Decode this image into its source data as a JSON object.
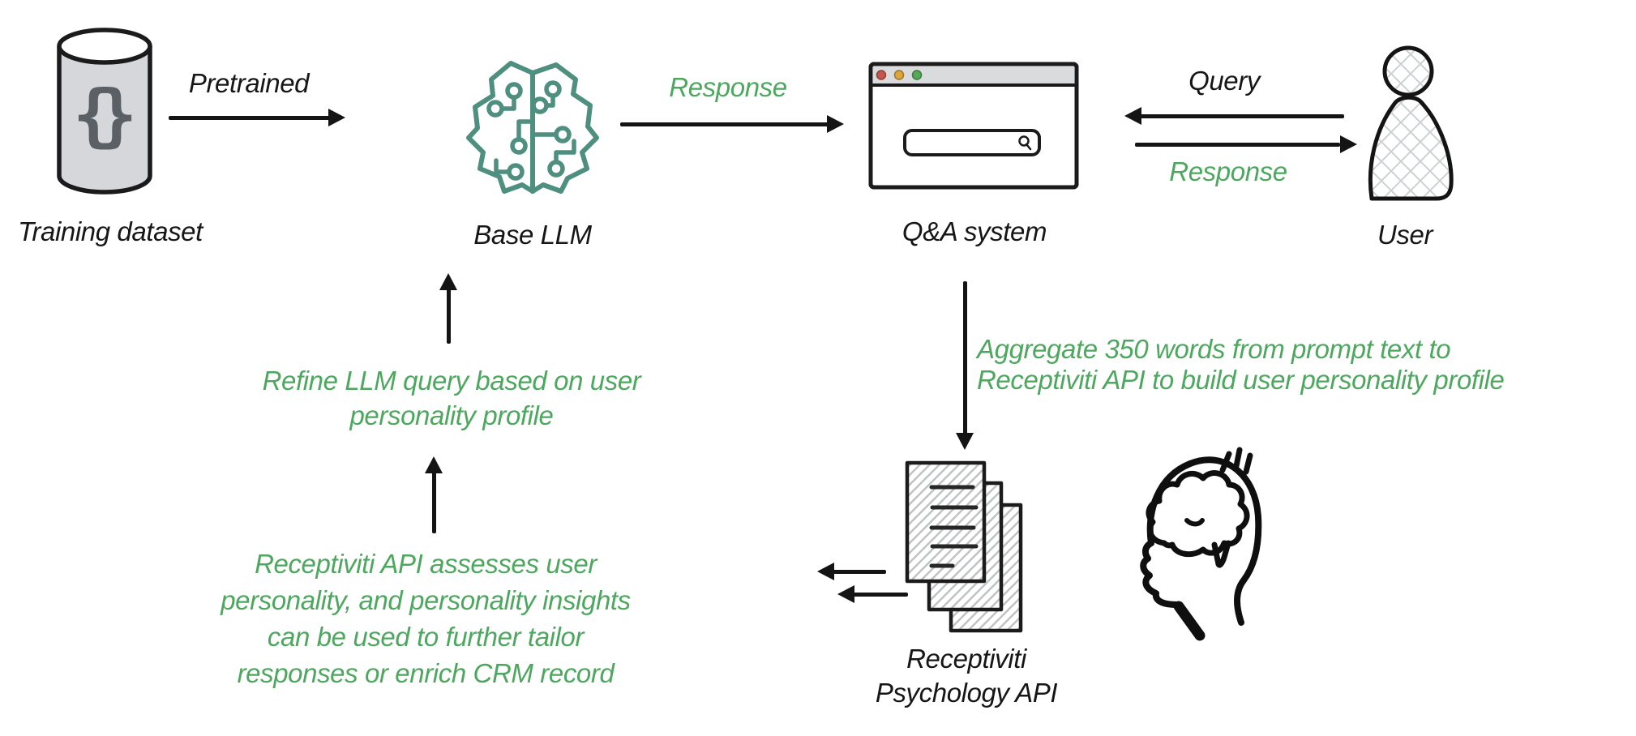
{
  "diagram": {
    "colors": {
      "annotation_green": "#4EA75F",
      "icon_teal": "#4E8F80",
      "line_black": "#141414",
      "fill_gray": "#D5D7DA"
    },
    "nodes": {
      "training_dataset": {
        "label": "Training dataset",
        "brace_left": "{",
        "brace_right": "}"
      },
      "base_llm": {
        "label": "Base LLM"
      },
      "qa_system": {
        "label": "Q&A system"
      },
      "user": {
        "label": "User"
      },
      "receptiviti_api": {
        "label_line1": "Receptiviti",
        "label_line2": "Psychology API"
      }
    },
    "edges": {
      "pretrained": {
        "label": "Pretrained"
      },
      "llm_response": {
        "label": "Response"
      },
      "user_query": {
        "label": "Query"
      },
      "user_response": {
        "label": "Response"
      },
      "aggregate": {
        "line1": "Aggregate 350 words from prompt text to",
        "line2": "Receptiviti API to build user personality profile"
      },
      "refine": {
        "line1": "Refine LLM query based on user",
        "line2": "personality profile"
      },
      "assess": {
        "line1": "Receptiviti API assesses user",
        "line2": "personality, and personality insights",
        "line3": "can be used to further tailor",
        "line4": "responses or enrich CRM record"
      }
    }
  }
}
